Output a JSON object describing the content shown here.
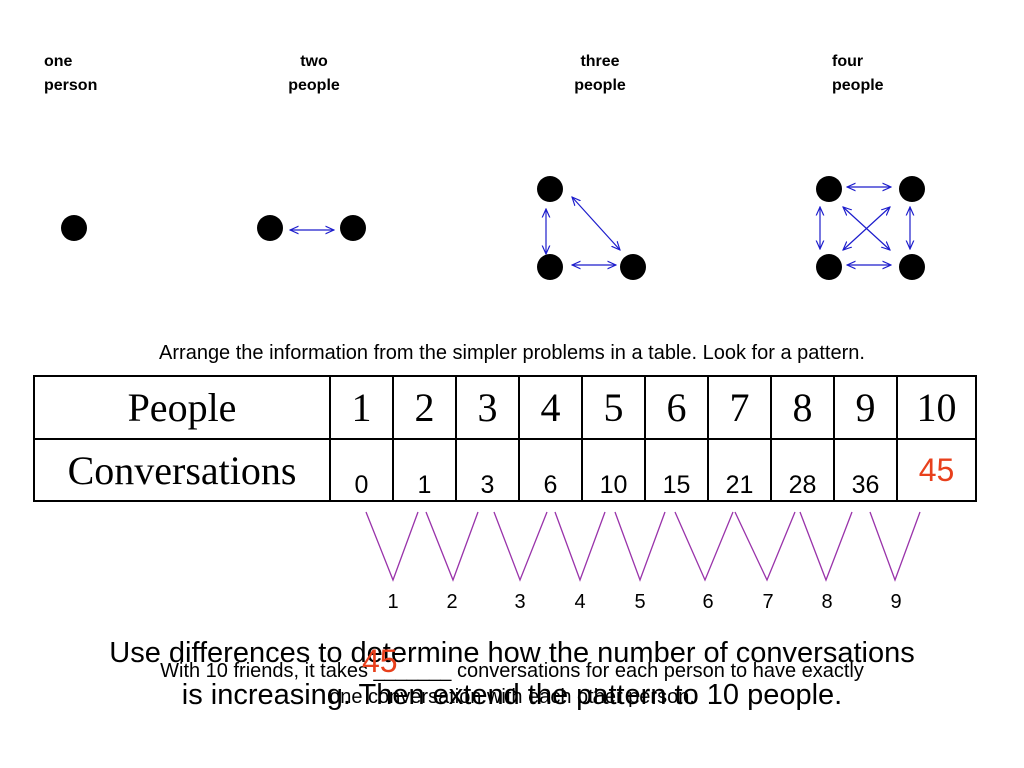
{
  "groups": [
    {
      "line1": "one",
      "line2": "person"
    },
    {
      "line1": "two",
      "line2": "people"
    },
    {
      "line1": "three",
      "line2": "people"
    },
    {
      "line1": "four",
      "line2": "people"
    }
  ],
  "instruction": "Arrange the information from the simpler problems in a table.  Look for a pattern.",
  "table": {
    "row1_label": "People",
    "row2_label": "Conversations",
    "people": [
      "1",
      "2",
      "3",
      "4",
      "5",
      "6",
      "7",
      "8",
      "9",
      "10"
    ],
    "conversations": [
      "0",
      "1",
      "3",
      "6",
      "10",
      "15",
      "21",
      "28",
      "36",
      "45"
    ]
  },
  "differences": [
    "1",
    "2",
    "3",
    "4",
    "5",
    "6",
    "7",
    "8",
    "9"
  ],
  "question_big_line1": "Use differences to determine how the number of conversations",
  "question_big_line2": "is increasing.  Then extend the pattern to 10 people.",
  "question_small_line1_pre": "With 10 friends, it takes ",
  "question_small_line1_blank": "_______",
  "question_small_line1_post": " conversations for each person to have exactly",
  "question_small_line2": "one conversation with each other person.",
  "answer": "45",
  "colors": {
    "arrow": "#1c1ccc",
    "vline": "#9933aa",
    "answer": "#e8401c"
  }
}
